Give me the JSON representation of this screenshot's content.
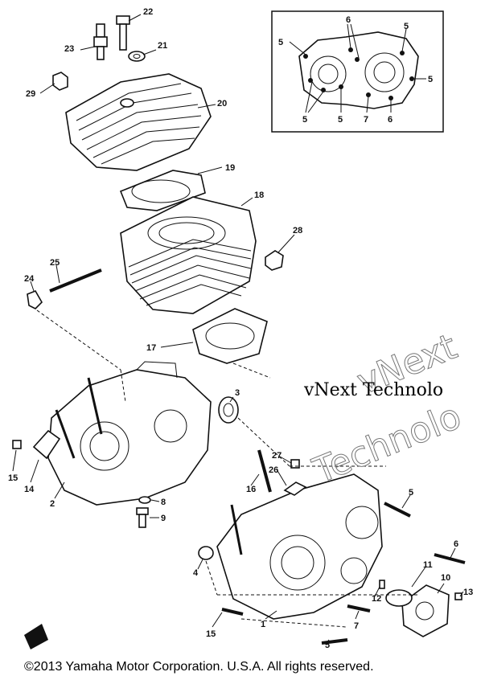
{
  "callouts": {
    "c1": "1",
    "c2": "2",
    "c3": "3",
    "c4": "4",
    "c5": "5",
    "c6": "6",
    "c7": "7",
    "c8": "8",
    "c9": "9",
    "c10": "10",
    "c11": "11",
    "c12": "12",
    "c13": "13",
    "c14": "14",
    "c15": "15",
    "c16": "16",
    "c17": "17",
    "c18": "18",
    "c19": "19",
    "c20": "20",
    "c21": "21",
    "c22": "22",
    "c23": "23",
    "c24": "24",
    "c25": "25",
    "c26": "26",
    "c27": "27",
    "c28": "28",
    "c29": "29"
  },
  "watermark": {
    "line1": "vNext Technolo",
    "line2": "vNext",
    "line3": "Technolo"
  },
  "copyright": "©2013 Yamaha Motor Corporation. U.S.A. All rights reserved."
}
